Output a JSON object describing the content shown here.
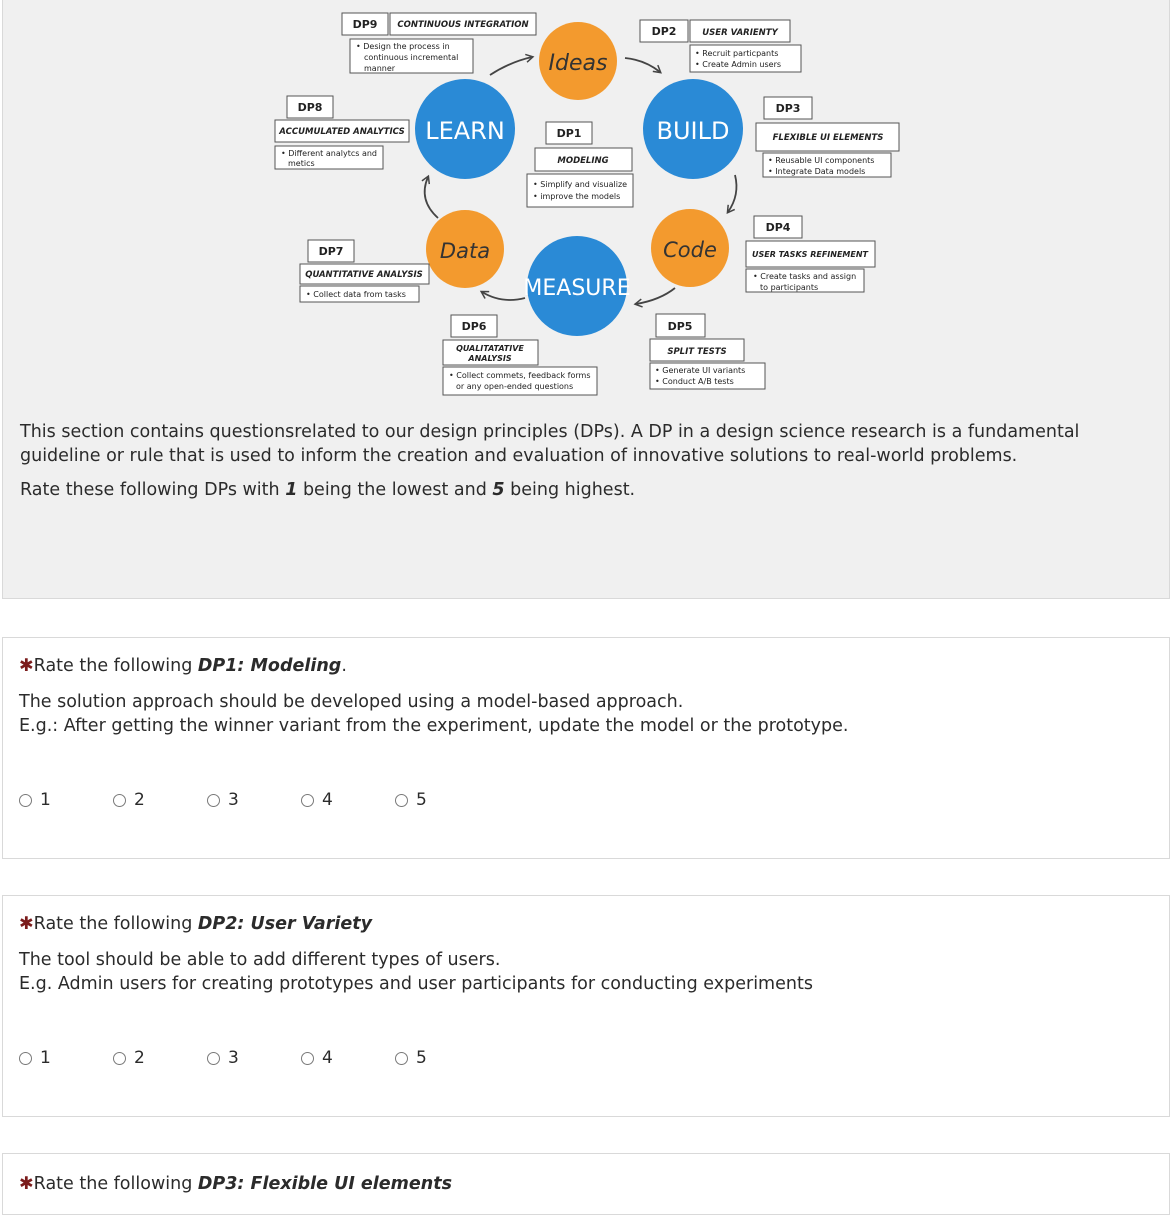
{
  "diagram": {
    "circles": {
      "ideas": "Ideas",
      "build": "BUILD",
      "code": "Code",
      "measure": "MEASURE",
      "data": "Data",
      "learn": "LEARN"
    },
    "dps": {
      "dp9": {
        "id": "DP9",
        "title": "CONTINUOUS INTEGRATION",
        "bullets": [
          "• Design the process in",
          "continuous incremental",
          "manner"
        ]
      },
      "dp2": {
        "id": "DP2",
        "title": "USER VARIENTY",
        "bullets": [
          "• Recruit particpants",
          "• Create Admin users"
        ]
      },
      "dp8": {
        "id": "DP8",
        "title": "ACCUMULATED ANALYTICS",
        "bullets": [
          "• Different analytcs and",
          "metics"
        ]
      },
      "dp1": {
        "id": "DP1",
        "title": "MODELING",
        "bullets": [
          "• Simplify and visualize",
          "• improve the models"
        ]
      },
      "dp3": {
        "id": "DP3",
        "title": "FLEXIBLE UI ELEMENTS",
        "bullets": [
          "• Reusable UI components",
          "• Integrate Data models"
        ]
      },
      "dp4": {
        "id": "DP4",
        "title": "USER TASKS REFINEMENT",
        "bullets": [
          "• Create tasks and assign",
          "to participants"
        ]
      },
      "dp7": {
        "id": "DP7",
        "title": "QUANTITATIVE ANALYSIS",
        "bullets": [
          "• Collect data from tasks"
        ]
      },
      "dp6": {
        "id": "DP6",
        "title": [
          "QUALITATATIVE",
          "ANALYSIS"
        ],
        "bullets": [
          "• Collect commets, feedback forms",
          "or any open-ended questions"
        ]
      },
      "dp5": {
        "id": "DP5",
        "title": "SPLIT TESTS",
        "bullets": [
          "• Generate UI variants",
          "• Conduct A/B tests"
        ]
      }
    }
  },
  "intro": {
    "p1": "This section contains questionsrelated to our design principles (DPs). A DP in a design science research is a fundamental guideline or rule that is used to inform the creation and evaluation of innovative solutions to real-world problems.",
    "p2_before": "Rate these following DPs with ",
    "p2_low": "1",
    "p2_mid": " being the lowest and ",
    "p2_high": "5",
    "p2_after": " being highest."
  },
  "questions": [
    {
      "star": "✱",
      "prefix": "Rate the following ",
      "dp": "DP1: Modeling",
      "suffix": ".",
      "desc1": "The solution approach should be developed using a model-based approach.",
      "desc2": "E.g.: After getting the winner variant from the experiment, update the model or the prototype.",
      "options": [
        "1",
        "2",
        "3",
        "4",
        "5"
      ]
    },
    {
      "star": "✱",
      "prefix": "Rate the following ",
      "dp": "DP2: User Variety",
      "suffix": "",
      "desc1": "The tool should be able to add different types of users.",
      "desc2": "E.g. Admin users for creating prototypes and user participants for conducting experiments",
      "options": [
        "1",
        "2",
        "3",
        "4",
        "5"
      ]
    },
    {
      "star": "✱",
      "prefix": "Rate the following ",
      "dp": "DP3: Flexible UI elements",
      "suffix": ""
    }
  ],
  "colors": {
    "orange": "#f39a2e",
    "blue": "#2a8ad6",
    "required_star": "#7b1c1c",
    "panel_bg": "#f0f0f0"
  }
}
